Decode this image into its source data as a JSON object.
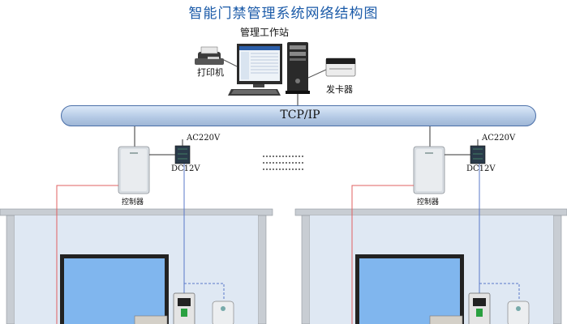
{
  "title": "智能门禁管理系统网络结构图",
  "workstation": {
    "label": "管理工作站",
    "printer_label": "打印机",
    "card_issuer_label": "发卡器"
  },
  "network": {
    "label": "TCP/IP"
  },
  "left_unit": {
    "power_ac": "AC220V",
    "power_dc": "DC12V",
    "controller_label": "控制器"
  },
  "right_unit": {
    "power_ac": "AC220V",
    "power_dc": "DC12V",
    "controller_label": "控制器"
  },
  "colors": {
    "title": "#1a5aa8",
    "backbone": "#b6cbe6",
    "room_wall": "#dfe8f3",
    "door_glass": "#80b6ee",
    "red_wire": "#e06060",
    "blue_wire": "#5a78c8"
  }
}
